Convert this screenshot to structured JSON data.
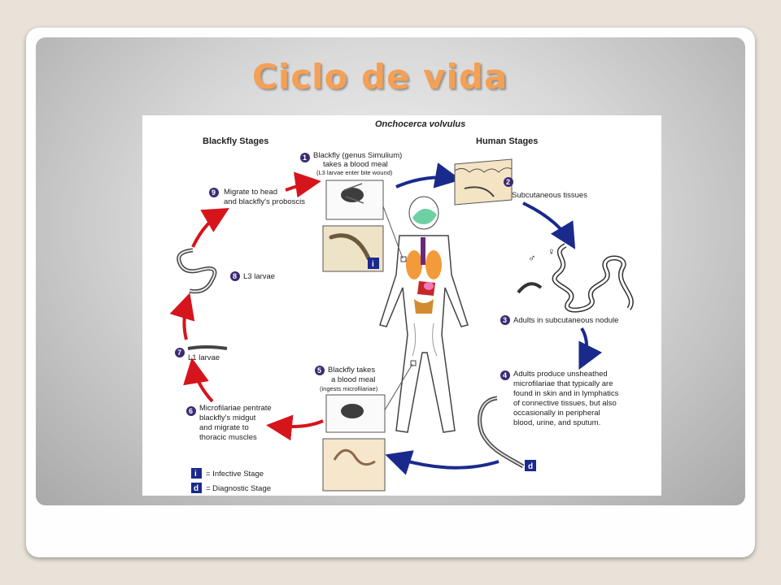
{
  "slide": {
    "title": "Ciclo de vida"
  },
  "diagram": {
    "title": "Onchocerca volvulus",
    "headers": {
      "blackfly": "Blackfly Stages",
      "human": "Human Stages"
    },
    "steps": [
      {
        "n": "1",
        "lines": [
          "Blackfly (genus Simulium)",
          "takes a blood meal"
        ],
        "note": "(L3 larvae enter bite wound)"
      },
      {
        "n": "2",
        "lines": [
          "Subcutaneous tissues"
        ]
      },
      {
        "n": "3",
        "lines": [
          "Adults in subcutaneous nodule"
        ]
      },
      {
        "n": "4",
        "lines": [
          "Adults produce unsheathed",
          "microfilariae that typically are",
          "found in skin and in lymphatics",
          "of connective tissues,  but also",
          "occasionally in peripheral",
          "blood, urine, and sputum."
        ]
      },
      {
        "n": "5",
        "lines": [
          "Blackfly takes",
          "a blood meal"
        ],
        "note": "(ingests microfilariae)"
      },
      {
        "n": "6",
        "lines": [
          "Microfilariae pentrate",
          "blackfly's midgut",
          "and migrate to",
          "thoracic muscles"
        ]
      },
      {
        "n": "7",
        "lines": [
          "L1 larvae"
        ]
      },
      {
        "n": "8",
        "lines": [
          "L3 larvae"
        ]
      },
      {
        "n": "9",
        "lines": [
          "Migrate to head",
          "and blackfly's proboscis"
        ]
      }
    ],
    "legend": [
      {
        "symbol": "i",
        "text": "= Infective Stage"
      },
      {
        "symbol": "d",
        "text": "= Diagnostic Stage"
      }
    ],
    "stage_markers": {
      "infective": "i",
      "diagnostic": "d"
    },
    "sex_symbols": {
      "male": "♂",
      "female": "♀"
    },
    "colors": {
      "human_arrow": "#1a2a8c",
      "blackfly_arrow": "#d6141c",
      "step_badge": "#3b2a73",
      "title": "#f4a055"
    }
  }
}
